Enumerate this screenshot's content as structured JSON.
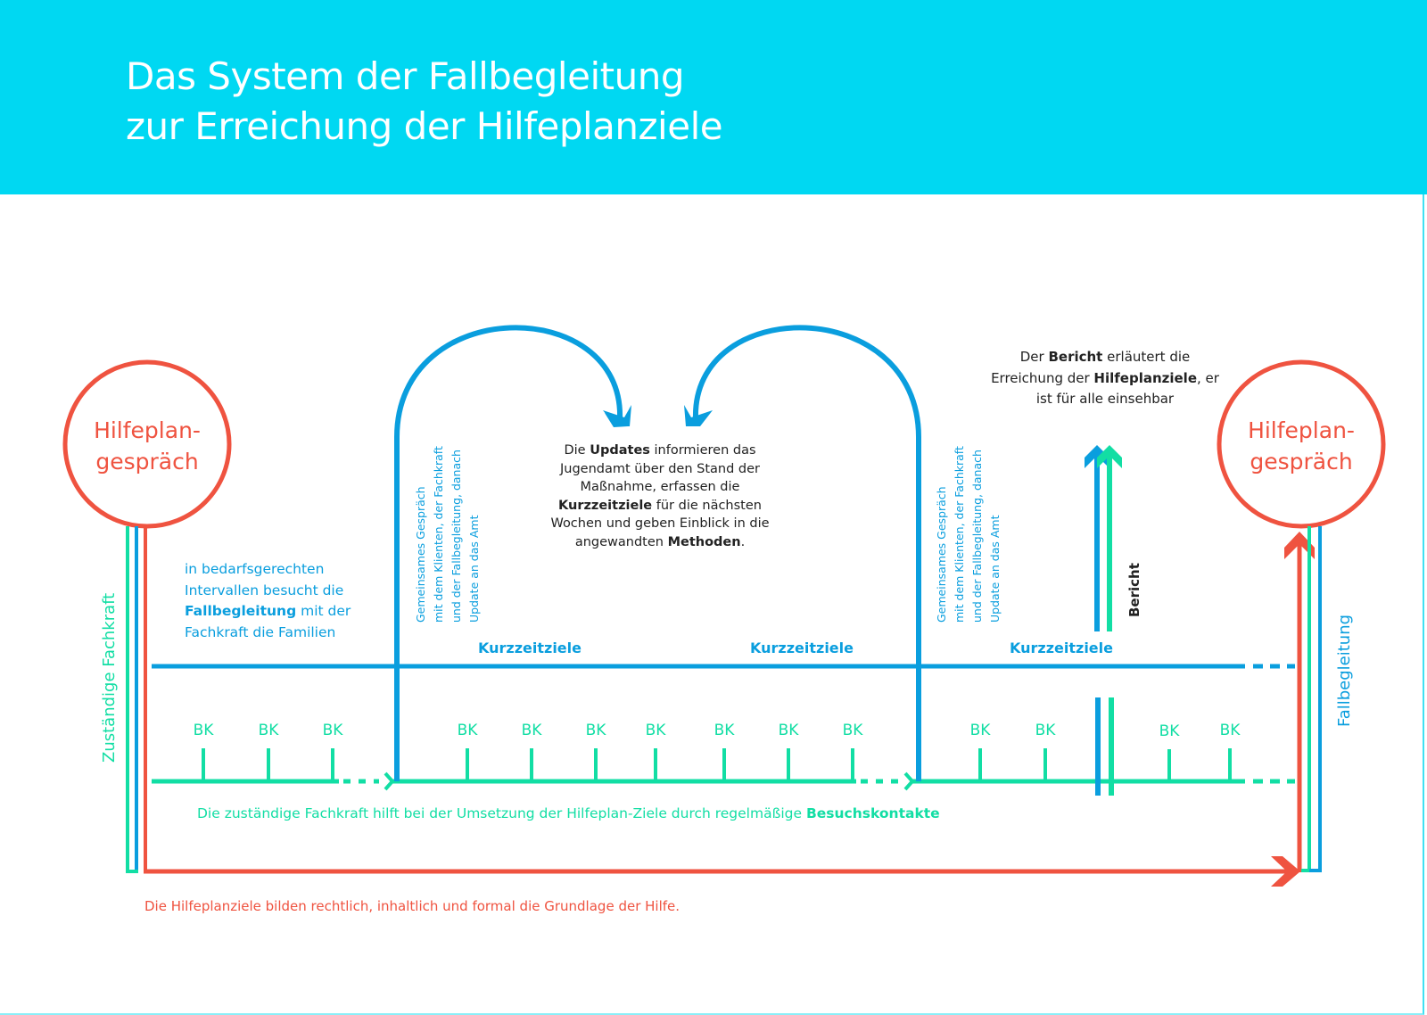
{
  "header": {
    "title_line1": "Das System der Fallbegleitung",
    "title_line2": "zur Erreichung der Hilfeplanziele"
  },
  "colors": {
    "header_bg": "#00d8f2",
    "red": "#ef5340",
    "blue": "#0a9ede",
    "green": "#12dea4",
    "text_dark": "#222222"
  },
  "circles": {
    "left": {
      "line1": "Hilfeplan-",
      "line2": "gespräch"
    },
    "right": {
      "line1": "Hilfeplan-",
      "line2": "gespräch"
    }
  },
  "side_labels": {
    "left": "Zuständige Fachkraft",
    "right": "Fallbegleitung"
  },
  "intervals_text": {
    "part1": "in bedarfsgerechten Intervallen besucht die ",
    "bold": "Fallbegleitung",
    "part2": " mit der Fachkraft die Familien"
  },
  "meeting_text": {
    "line1": "Gemeinsames Gespräch",
    "line2": "mit dem Klienten, der Fachkraft",
    "line3": "und der Fallbegleitung, danach",
    "line4": "Update an das Amt"
  },
  "updates_text": {
    "p1": "Die ",
    "b1": "Updates",
    "p2": " informieren das Jugendamt über den Stand der Maßnahme, erfassen die ",
    "b2": "Kurzzeitziele",
    "p3": " für die nächsten Wochen und geben Einblick in die angewandten ",
    "b3": "Methoden",
    "p4": "."
  },
  "bericht_text": {
    "p1": "Der ",
    "b1": "Bericht",
    "p2": " erläutert die Erreichung der ",
    "b2": "Hilfeplanziele",
    "p3": ", er ist für alle einsehbar"
  },
  "bericht_label": "Bericht",
  "kurzzeitziele": [
    "Kurzzeitziele",
    "Kurzzeitziele",
    "Kurzzeitziele"
  ],
  "bk_labels": [
    "BK",
    "BK",
    "BK",
    "BK",
    "BK",
    "BK",
    "BK",
    "BK",
    "BK",
    "BK",
    "BK",
    "BK",
    "BK",
    "BK"
  ],
  "fachkraft_text": {
    "p1": "Die zuständige Fachkraft hilft bei der Umsetzung der Hilfeplan-Ziele durch regelmäßige ",
    "b1": "Besuchskontakte"
  },
  "footer_text": "Die Hilfeplanziele bilden rechtlich, inhaltlich und formal die Grundlage der Hilfe."
}
